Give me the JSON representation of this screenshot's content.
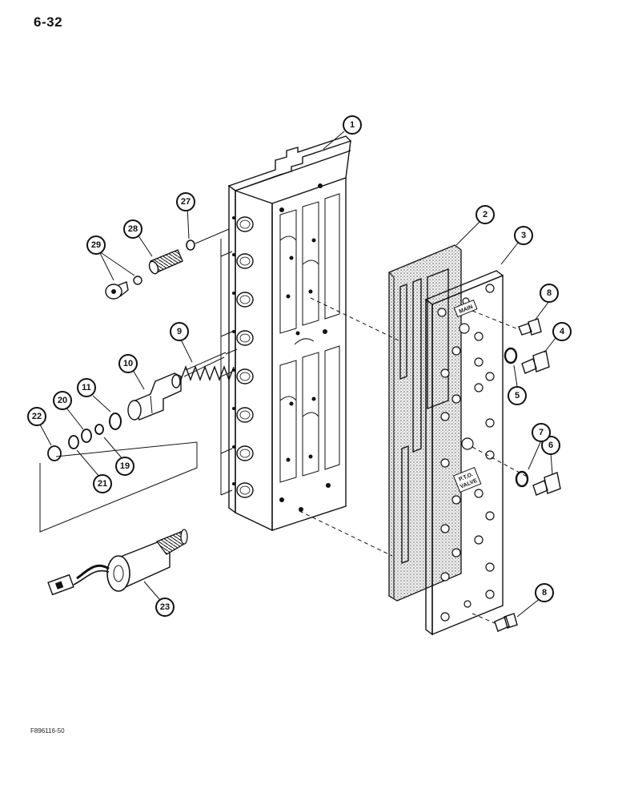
{
  "page_number": "6-32",
  "figure_id": "F896116-50",
  "plate_labels": {
    "main": "MAIN",
    "pto_line1": "P.T.O.",
    "pto_line2": "VALVE"
  },
  "callouts": [
    "1",
    "2",
    "3",
    "4",
    "5",
    "6",
    "7",
    "8",
    "8",
    "9",
    "10",
    "11",
    "19",
    "20",
    "21",
    "22",
    "23",
    "27",
    "28",
    "29"
  ]
}
